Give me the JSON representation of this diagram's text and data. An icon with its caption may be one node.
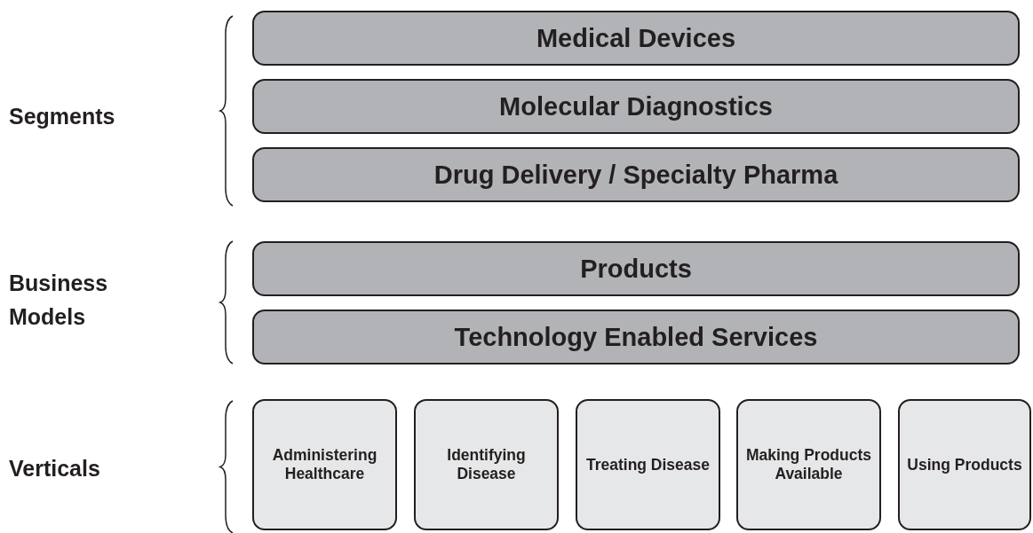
{
  "diagram": {
    "nodes": [
      {
        "text": [
          "Medical Devices"
        ]
      },
      {
        "text": [
          "Molecular Diagnostics"
        ]
      },
      {
        "text": [
          "Drug Delivery / Specialty Pharma"
        ]
      },
      {
        "text": [
          "Products"
        ]
      },
      {
        "text": [
          "Technology Enabled Services"
        ]
      },
      {
        "text": [
          "Administering Healthcare"
        ]
      },
      {
        "text": [
          "Identifying Disease"
        ]
      },
      {
        "text": [
          "Treating Disease"
        ]
      },
      {
        "text": [
          "Making Products Available"
        ]
      },
      {
        "text": [
          "Using Products"
        ]
      }
    ],
    "labels": [
      "Segments",
      "Business Models",
      "Verticals"
    ]
  }
}
